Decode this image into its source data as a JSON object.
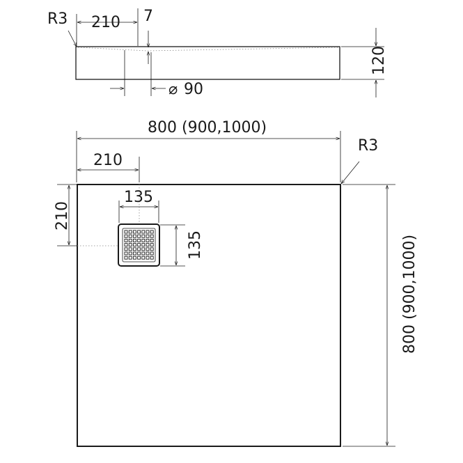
{
  "side_view": {
    "corner_radius": "R3",
    "drain_offset": "210",
    "slope_depth": "7",
    "drain_diameter_prefix": "⌀",
    "drain_diameter": "90",
    "height": "120"
  },
  "top_view": {
    "width": "800 (900,1000)",
    "drain_offset_x": "210",
    "drain_offset_y": "210",
    "corner_radius": "R3",
    "grate_width": "135",
    "grate_height": "135",
    "depth": "800 (900,1000)"
  },
  "colors": {
    "line": "#1a1a1a",
    "guide": "#888888"
  }
}
